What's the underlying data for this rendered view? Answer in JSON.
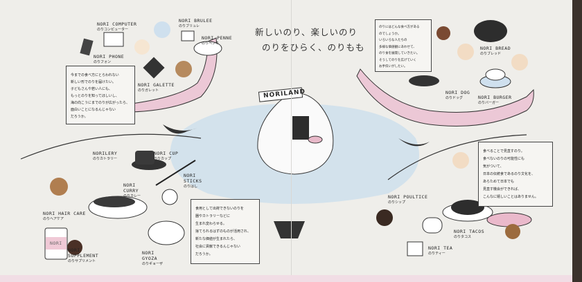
{
  "title": {
    "line1": "新しいのり、楽しいのり",
    "line2": "のりをひらく、のりもも"
  },
  "island_sign": "NORILAND",
  "boxes": {
    "top_left": [
      "今までの食べ方にとらわれない",
      "新しい形でのりを届けたい。",
      "子どもさんや若い人にも、",
      "もっとのりを知ってほしいし、",
      "海の向こうにまでのりが広がったら、",
      "面白いことになるんじゃない",
      "だろうか。"
    ],
    "top_right": [
      "のりにはどんな食べ方がある",
      "のでしょうか。",
      "いろいろな人たちの",
      "多様な価値観にあわせて、",
      "のり食を展開していきたい。",
      "そうしてのりを広げていく",
      "お手伝いがしたい。"
    ],
    "bottom_left": [
      "食用として出荷できないのりを",
      "器やカトラリーなどに",
      "生まれ変わらせる。",
      "捨てられるはずのものが活用され、",
      "新たな価値が生まれたら、",
      "社会に貢献できるんじゃない",
      "だろうか。"
    ],
    "bottom_right": [
      "食べることで見直すのり。",
      "食べないのりの可能性にも",
      "気がついて、",
      "日本の伝統食であるのり文化を、",
      "あらためて日本でも",
      "見直す機会ができれば、",
      "こんなに嬉しいことはありません。"
    ]
  },
  "items": {
    "computer": {
      "en": "NORI COMPUTER",
      "jp": "のりコンピューター"
    },
    "phone": {
      "en": "NORI PHONE",
      "jp": "のりフォン"
    },
    "brulee": {
      "en": "NORI BRULEE",
      "jp": "のりブリュレ"
    },
    "penne": {
      "en": "NORI PENNE",
      "jp": "のりペンネ"
    },
    "galette": {
      "en": "NORI GALETTE",
      "jp": "のりガレット"
    },
    "bread": {
      "en": "NORI BREAD",
      "jp": "のりブレッド"
    },
    "dog": {
      "en": "NORI DOG",
      "jp": "のりドッグ"
    },
    "burger": {
      "en": "NORI BURGER",
      "jp": "のりバーガー"
    },
    "norilery": {
      "en": "NORILERY",
      "jp": "のりカトラリー"
    },
    "cup": {
      "en": "NORI CUP",
      "jp": "のりカップ"
    },
    "curry": {
      "en": "NORI CURRY",
      "jp": "のりカレー"
    },
    "sticks": {
      "en": "NORI STICKS",
      "jp": "のりはし"
    },
    "hair_care": {
      "en": "NORI HAIR CARE",
      "jp": "のりヘアケア"
    },
    "supplement": {
      "en": "NORI SUPPLEMENT",
      "jp": "のりサプリメント"
    },
    "supplement_bottle": "NORI",
    "gyoza": {
      "en": "NORI GYOZA",
      "jp": "のりギョーザ"
    },
    "poultice": {
      "en": "NORI POULTICE",
      "jp": "のりシップ"
    },
    "tacos": {
      "en": "NORI TACOS",
      "jp": "のりタコス"
    },
    "tea": {
      "en": "NORI TEA",
      "jp": "のりティー"
    }
  },
  "colors": {
    "paper": "#efeeea",
    "pink": "#ecc8d6",
    "sea": "#d3e2ec",
    "ink": "#222222",
    "background": "#3b322c"
  }
}
